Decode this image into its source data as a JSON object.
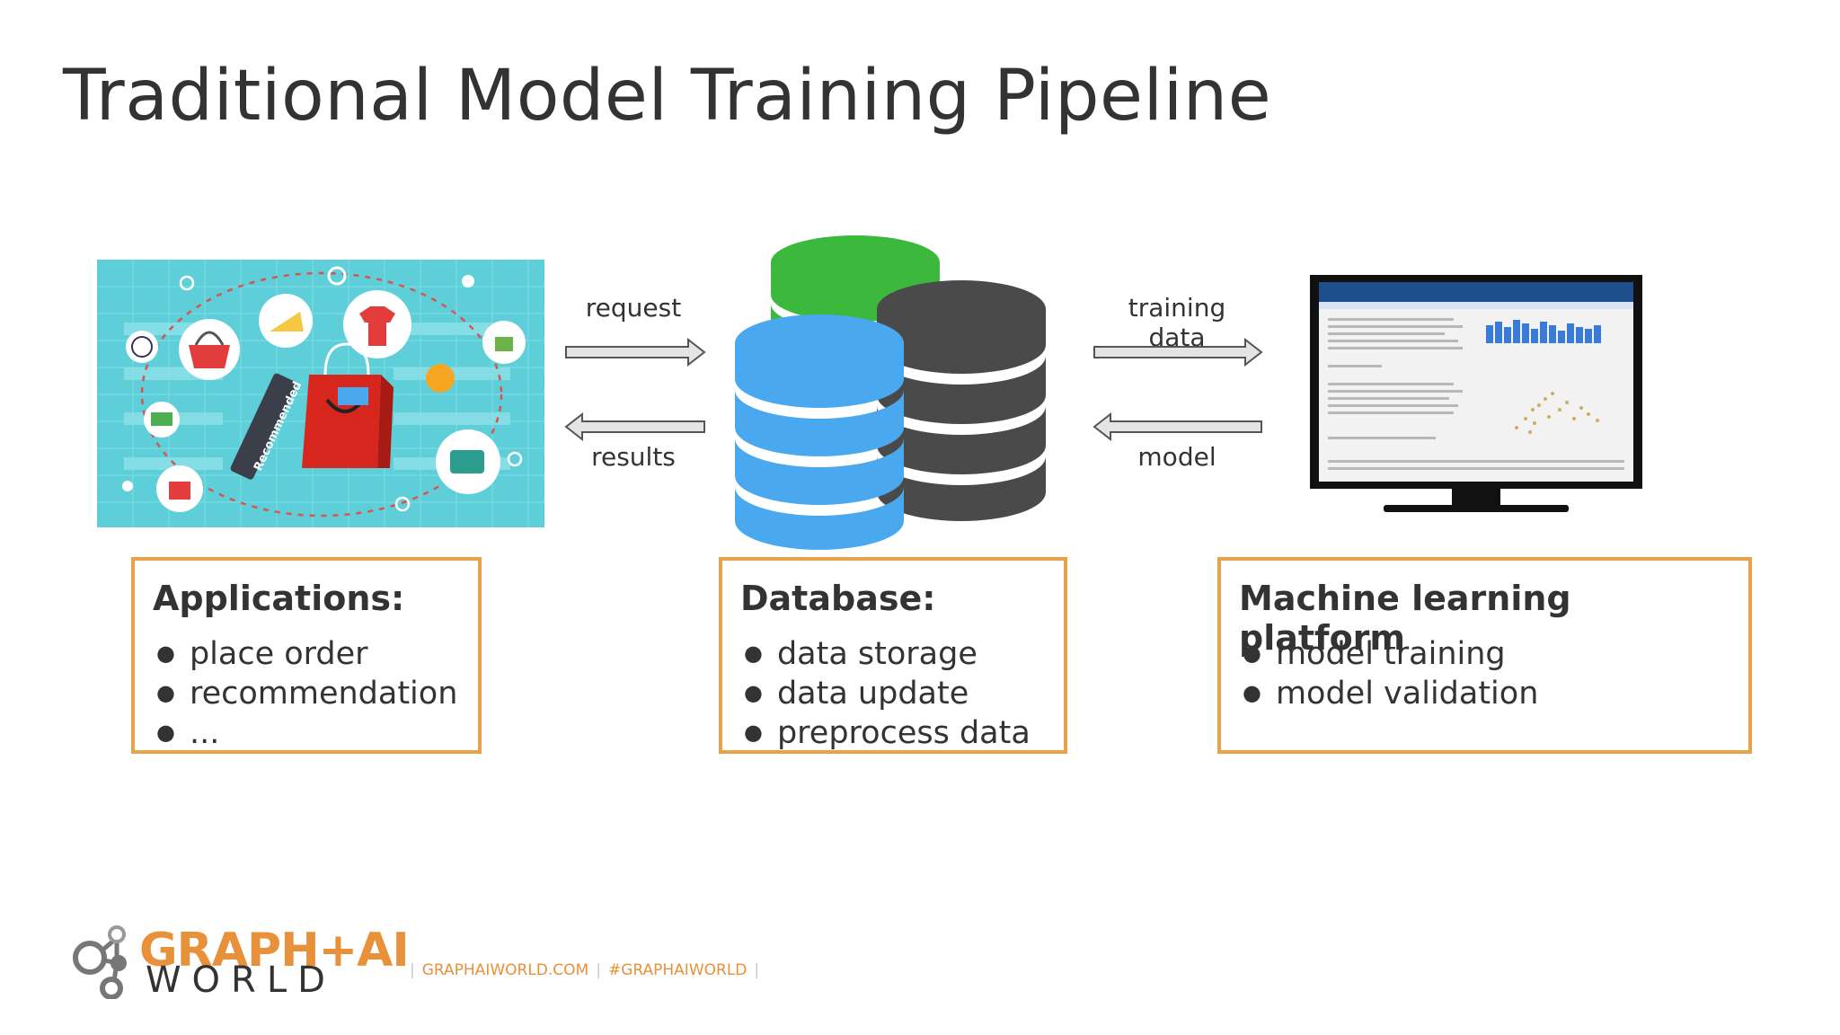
{
  "slide": {
    "title": "Traditional Model Training Pipeline"
  },
  "arrows": {
    "request": "request",
    "results": "results",
    "training_data": "training data",
    "model": "model"
  },
  "boxes": {
    "applications": {
      "title": "Applications:",
      "items": [
        "place order",
        "recommendation",
        "..."
      ]
    },
    "database": {
      "title": "Database:",
      "items": [
        "data storage",
        "data update",
        "preprocess data"
      ]
    },
    "ml_platform": {
      "title": "Machine learning platform",
      "items": [
        "model training",
        "model validation"
      ]
    }
  },
  "illustration": {
    "recommended_tag": "Recommended"
  },
  "footer": {
    "logo_top": "GRAPH+AI",
    "logo_bottom": "WORLD",
    "site": "GRAPHAIWORLD.COM",
    "hashtag": "#GRAPHAIWORLD"
  },
  "colors": {
    "accent_orange": "#e8a24a",
    "db_green": "#3cb93c",
    "db_blue": "#4aa8ee",
    "db_dark": "#4a4a4a",
    "shop_bg": "#5ecfd9"
  }
}
